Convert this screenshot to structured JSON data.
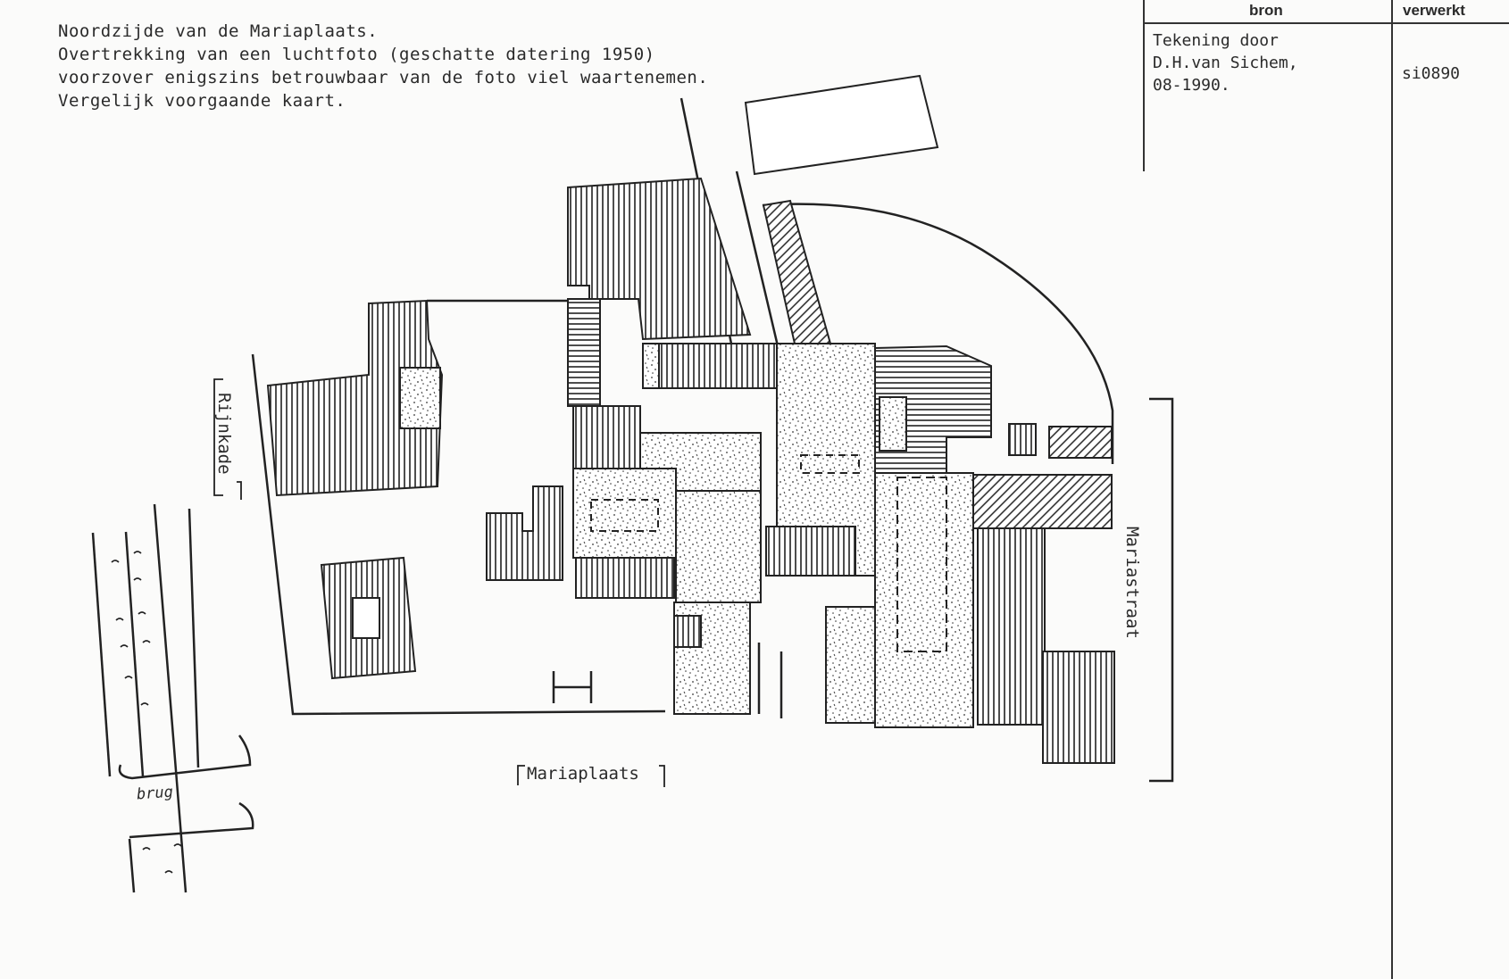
{
  "notes": {
    "line1": "Noordzijde van de Mariaplaats.",
    "line2": "Overtrekking van een luchtfoto (geschatte datering 1950)",
    "line3": "voorzover enigszins betrouwbaar van de foto viel waartenemen.",
    "line4": "Vergelijk voorgaande kaart."
  },
  "table": {
    "bron_header": "bron",
    "verwerkt_header": "verwerkt",
    "bron_line1": "Tekening door",
    "bron_line2": "D.H.van Sichem,",
    "bron_line3": "08-1990.",
    "verwerkt_value": "si0890"
  },
  "map_labels": {
    "rijnkade": "Rijnkade",
    "mariaplaats": "Mariaplaats",
    "mariastraat": "Mariastraat",
    "brug": "brug"
  }
}
